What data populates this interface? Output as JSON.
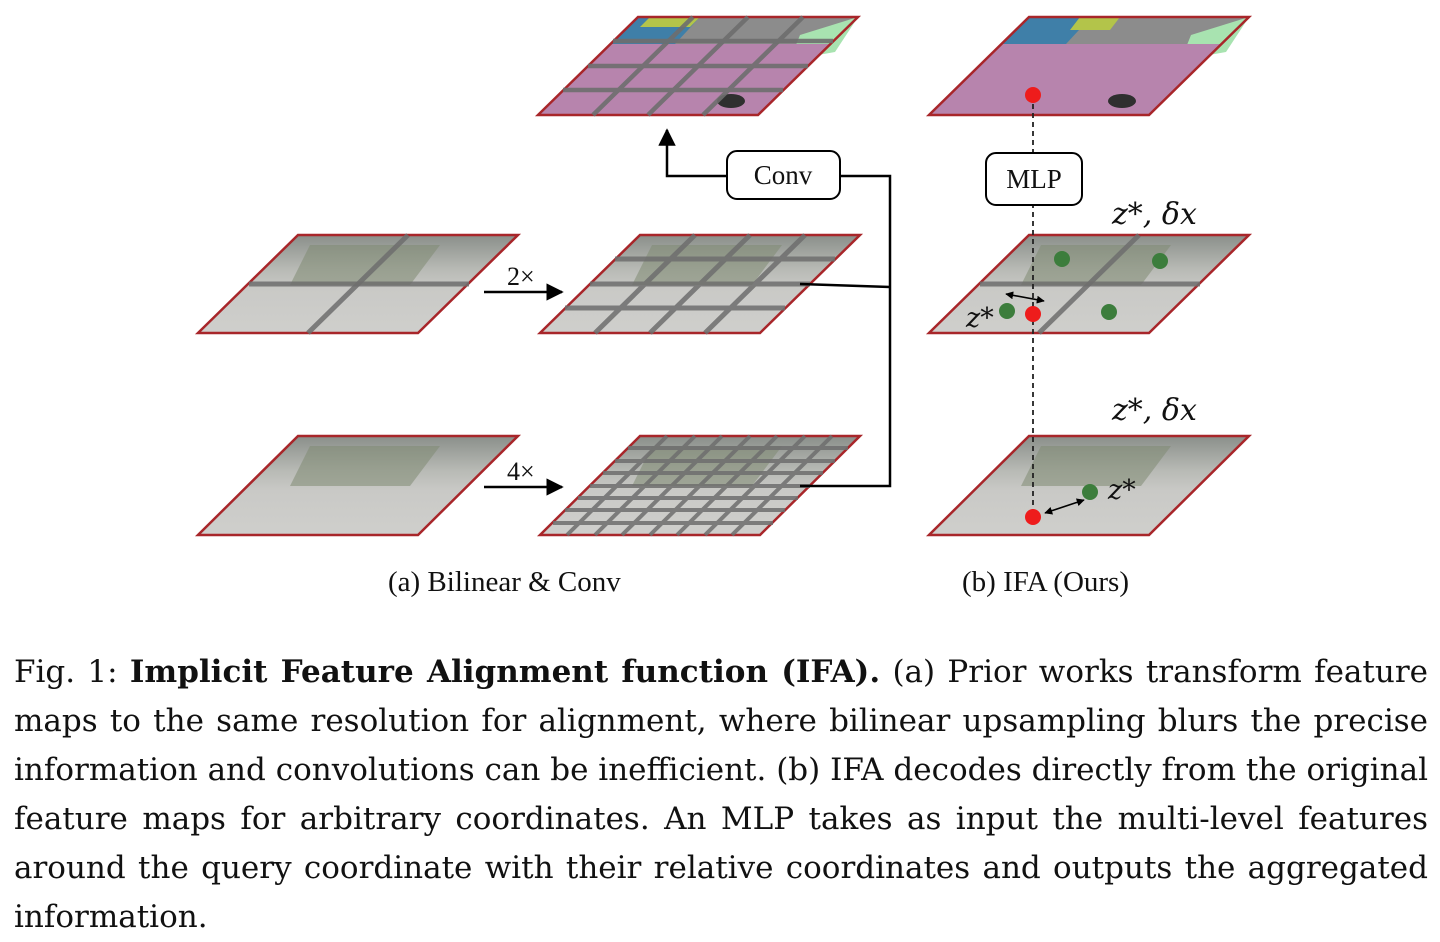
{
  "figure": {
    "conv_label": "Conv",
    "mlp_label": "MLP",
    "scale_2x": "2×",
    "scale_4x": "4×",
    "z_star_delta_x": "z*, δx",
    "z_star": "z*",
    "sub_caption_a": "(a) Bilinear & Conv",
    "sub_caption_b": "(b) IFA (Ours)"
  },
  "caption": {
    "prefix": "Fig. 1:",
    "title": "Implicit Feature Alignment function (IFA).",
    "body": "(a) Prior works transform feature maps to the same resolution for alignment, where bilinear upsampling blurs the precise information and convolutions can be inefficient. (b) IFA decodes directly from the original feature maps for arbitrary coordinates. An MLP takes as input the multi-level features around the query coordinate with their relative coordinates and outputs the aggregated information."
  },
  "colors": {
    "map_border": "#a8262a",
    "grid_line": "#6e6e6e",
    "query_point": "#ee1c1c",
    "neighbor_point": "#3c7d3c",
    "seg_road": "#b784ad",
    "seg_sky": "#3f7fa8",
    "seg_vegetation": "#b3c44a",
    "seg_sidewalk": "#a8e3b0"
  }
}
